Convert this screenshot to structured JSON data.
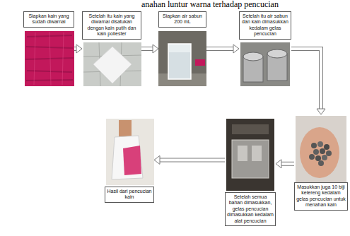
{
  "diagram": {
    "nodes": [
      {
        "text": [
          "Siapkan kain yang sudah diwarnai"
        ]
      },
      {
        "text": [
          "Setelah itu kain yang diwarnai disatukan dengan kain putih dan kain poliester"
        ]
      },
      {
        "text": [
          "Siapkan air sabun 200 mL"
        ]
      },
      {
        "text": [
          "Setelah itu air sabun dan kain dimasukkan kedalam gelas pencucian"
        ]
      },
      {
        "text": [
          "Masukkan juga 10 biji kelereng kedalam gelas pencucian untuk menahan kain"
        ]
      },
      {
        "text": [
          "Setelah semua bahan dimasukkan, gelas pencucian dimasukkan kedalam alat pencucian"
        ]
      },
      {
        "text": [
          "Hasil dari pencucian kain"
        ]
      }
    ],
    "edges": [
      {
        "from": 0,
        "to": 1,
        "arrow": "to"
      },
      {
        "from": 1,
        "to": 2,
        "arrow": "to"
      },
      {
        "from": 2,
        "to": 3,
        "arrow": "to"
      },
      {
        "from": 3,
        "to": 4,
        "arrow": "to"
      },
      {
        "from": 4,
        "to": 5,
        "arrow": "to"
      },
      {
        "from": 5,
        "to": 6,
        "arrow": "to"
      }
    ],
    "labels": [
      "anahan luntur warna terhadap pencucian"
    ]
  }
}
